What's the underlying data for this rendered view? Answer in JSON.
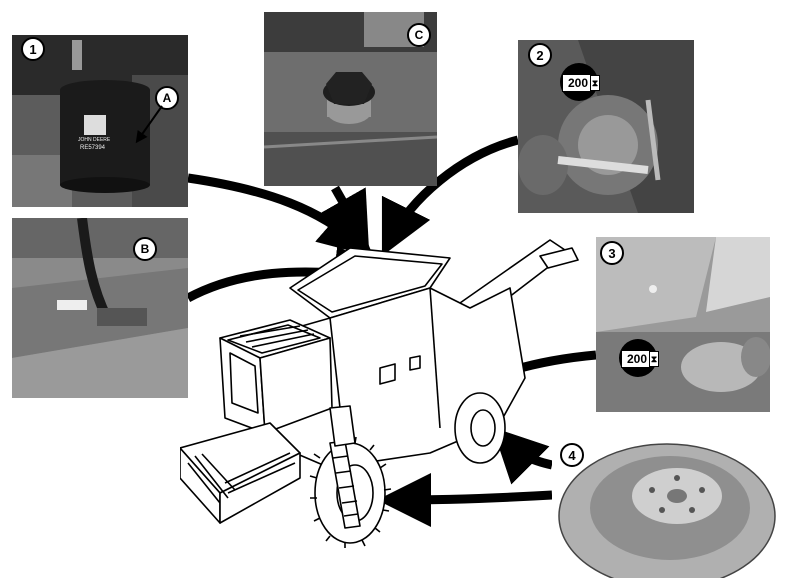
{
  "callouts": {
    "n1": "1",
    "n2": "2",
    "n3": "3",
    "n4": "4",
    "A": "A",
    "B": "B",
    "C": "C"
  },
  "interval": {
    "hours_2": "200",
    "hours_3": "200"
  },
  "filter_label": {
    "brand": "JOHN DEERE",
    "part": "RE57394"
  },
  "icons": [
    "hourglass-icon"
  ]
}
